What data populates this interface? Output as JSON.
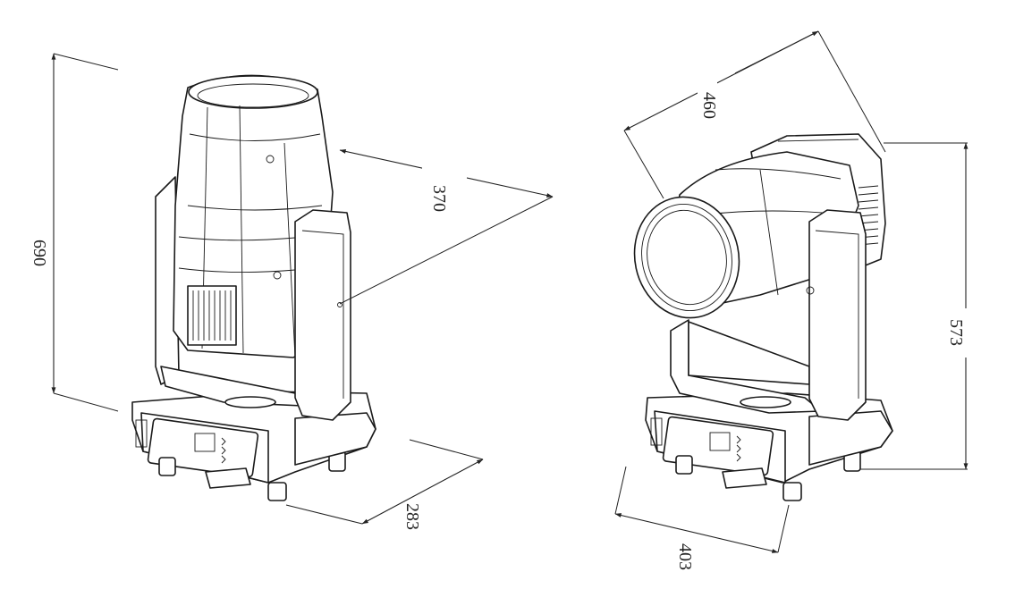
{
  "figure": {
    "front_view": {
      "height_label": "690",
      "depth_label": "370",
      "width_label": "283"
    },
    "angled_view": {
      "length_label": "460",
      "height_label": "573",
      "width_label": "403"
    }
  }
}
